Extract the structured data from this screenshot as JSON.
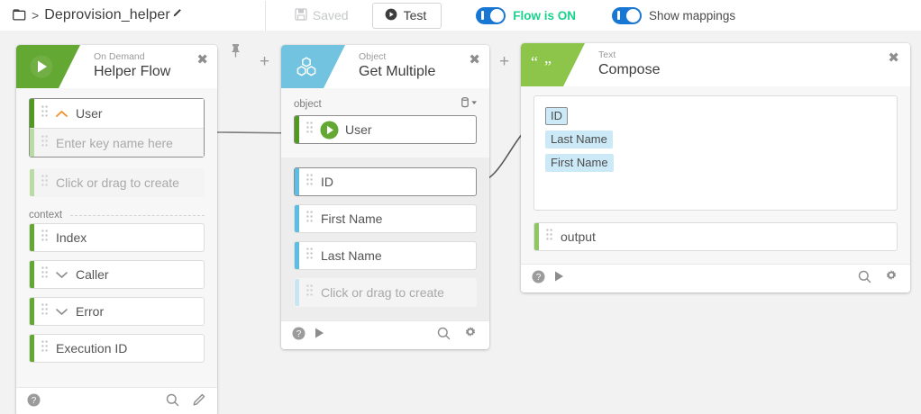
{
  "topbar": {
    "folder_icon": "folder-icon",
    "separator": ">",
    "title": "Deprovision_helper",
    "edit_icon": "pencil-icon",
    "saved_label": "Saved",
    "saved_icon": "floppy-disk-icon",
    "test_label": "Test",
    "test_icon": "play-circle-icon",
    "flow_toggle_label": "Flow is ON",
    "flow_toggle_state": "on",
    "mappings_toggle_label": "Show mappings",
    "mappings_toggle_state": "on",
    "accent_on_color": "#19d28c",
    "toggle_color": "#1877d2"
  },
  "canvas": {
    "pin_icon": "pushpin-icon",
    "add_icon_1": "plus-icon",
    "add_icon_2": "plus-icon",
    "background_color": "#f2f2f2"
  },
  "cards": [
    {
      "id": "helper-flow",
      "kind": "On Demand",
      "name": "Helper Flow",
      "icon": "play-triangle-icon",
      "header_color": "#63a833",
      "close_icon": "close-icon",
      "groups": [
        {
          "type": "box",
          "fields": [
            {
              "label": "User",
              "stripe": "#4f9a1f",
              "icon": "chevron-up-icon",
              "icon_color": "#f0922b",
              "ghost": false
            },
            {
              "label": "Enter key name here",
              "stripe": "#8dc663",
              "icon": "none",
              "ghost": true
            }
          ]
        },
        {
          "type": "plain",
          "fields": [
            {
              "label": "Click or drag to create",
              "stripe": "#8dc663",
              "icon": "none",
              "ghost": true
            }
          ]
        }
      ],
      "section_label": "context",
      "context_fields": [
        {
          "label": "Index",
          "stripe": "#63a833",
          "icon": "none",
          "ghost": false
        },
        {
          "label": "Caller",
          "stripe": "#63a833",
          "icon": "chevron-down-icon",
          "icon_color": "#8d8d8d",
          "ghost": false
        },
        {
          "label": "Error",
          "stripe": "#63a833",
          "icon": "chevron-down-icon",
          "icon_color": "#8d8d8d",
          "ghost": false
        },
        {
          "label": "Execution ID",
          "stripe": "#63a833",
          "icon": "none",
          "ghost": false
        }
      ],
      "footer": {
        "left": [
          "help-icon"
        ],
        "right": [
          "search-icon",
          "pencil-icon"
        ]
      }
    },
    {
      "id": "get-multiple",
      "kind": "Object",
      "name": "Get Multiple",
      "icon": "cubes-icon",
      "header_color": "#72c3df",
      "close_icon": "close-icon",
      "section_label": "object",
      "section_action_icon": "database-dropdown-icon",
      "object_field": {
        "label": "User",
        "stripe": "#4f9a1f",
        "icon": "play-circle-green-icon",
        "ghost": false
      },
      "fields": [
        {
          "label": "ID",
          "stripe": "#5bbde2",
          "icon": "none",
          "ghost": false
        },
        {
          "label": "First Name",
          "stripe": "#5bbde2",
          "icon": "none",
          "ghost": false
        },
        {
          "label": "Last Name",
          "stripe": "#5bbde2",
          "icon": "none",
          "ghost": false
        },
        {
          "label": "Click or drag to create",
          "stripe": "#a5d9ee",
          "icon": "none",
          "ghost": true
        }
      ],
      "footer": {
        "left": [
          "help-icon",
          "play-icon"
        ],
        "right": [
          "search-icon",
          "gear-icon"
        ]
      }
    },
    {
      "id": "compose",
      "kind": "Text",
      "name": "Compose",
      "icon": "quotes-icon",
      "header_color": "#8dc54a",
      "close_icon": "close-icon",
      "tokens": [
        {
          "label": "ID",
          "bordered": true
        },
        {
          "label": "Last Name",
          "bordered": false
        },
        {
          "label": "First Name",
          "bordered": false
        }
      ],
      "output_field": {
        "label": "output",
        "stripe": "#8dc663",
        "ghost": false
      },
      "footer": {
        "left": [
          "help-icon",
          "play-icon"
        ],
        "right": [
          "search-icon",
          "gear-icon"
        ]
      }
    }
  ]
}
